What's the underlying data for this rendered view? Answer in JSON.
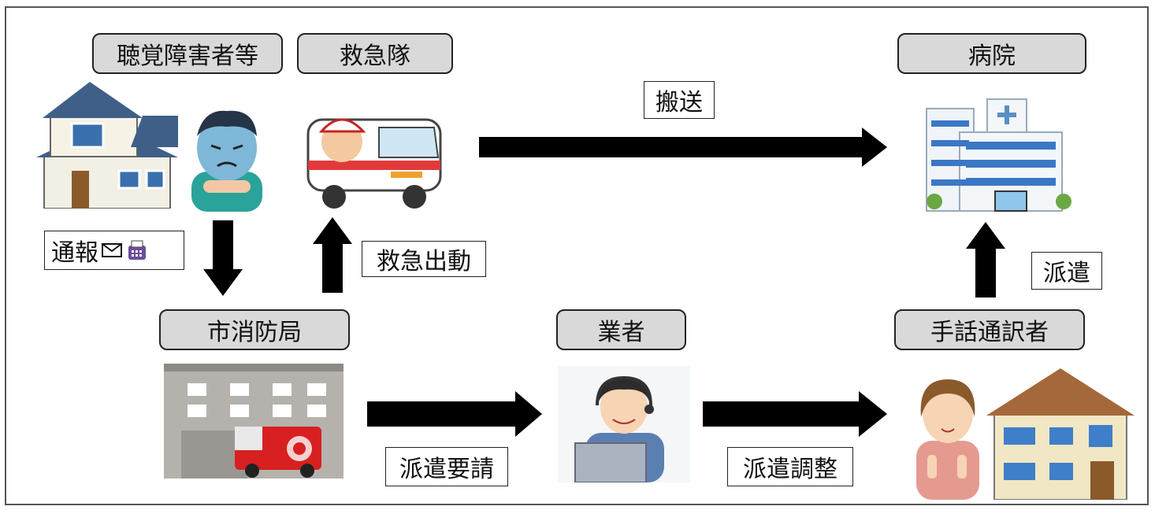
{
  "nodes": {
    "deaf_person": "聴覚障害者等",
    "ambulance": "救急隊",
    "hospital": "病院",
    "fire_dept": "市消防局",
    "operator": "業者",
    "interpreter": "手話通訳者"
  },
  "edges": {
    "report": "通報",
    "dispatch_ambulance": "救急出動",
    "transport": "搬送",
    "request_dispatch": "派遣要請",
    "coordinate_dispatch": "派遣調整",
    "dispatch_interpreter": "派遣"
  },
  "icons": {
    "report_methods": [
      "mail-icon",
      "fax-icon"
    ]
  },
  "colors": {
    "node_fill": "#d9d9d9",
    "arrow": "#000000"
  }
}
